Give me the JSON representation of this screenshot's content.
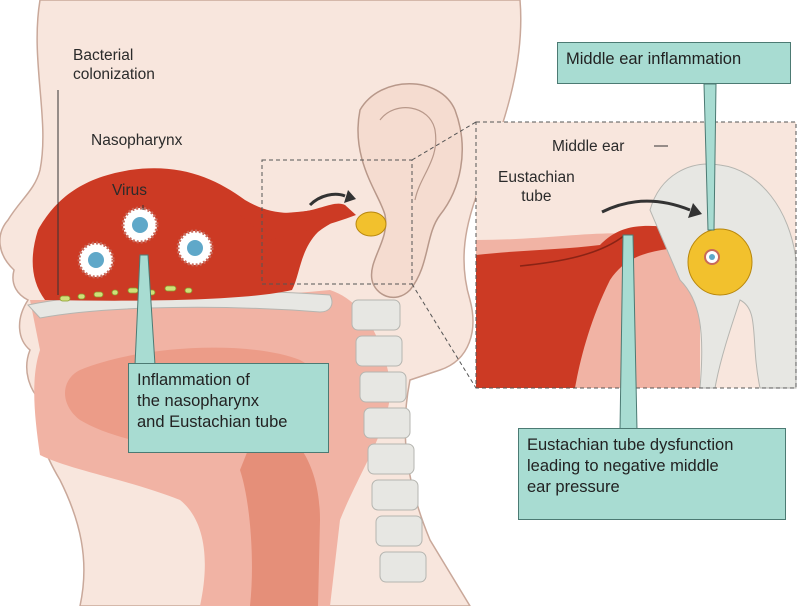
{
  "labels": {
    "bacterial_colonization": "Bacterial\ncolonization",
    "nasopharynx": "Nasopharynx",
    "virus": "Virus",
    "middle_ear": "Middle ear",
    "eustachian_tube": "Eustachian\ntube"
  },
  "callouts": {
    "middle_ear_inflammation": "Middle ear inflammation",
    "inflammation_nasopharynx": "Inflammation of\nthe nasopharynx\nand Eustachian tube",
    "eustachian_dysfunction": "Eustachian tube dysfunction\nleading to negative middle\near pressure"
  },
  "colors": {
    "skin": "#f8e6dd",
    "tissue": "#f1b3a4",
    "inflamed": "#cc3a24",
    "pus": "#f2c12d",
    "bone": "#e7e7e3",
    "callout_fill": "#a8dcd2",
    "callout_border": "#4c7a73"
  }
}
